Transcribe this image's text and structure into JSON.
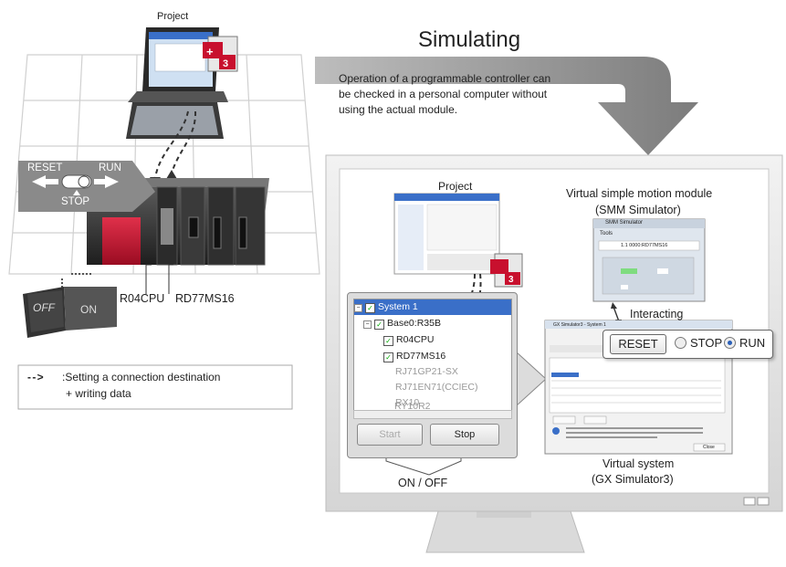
{
  "title": "Simulating",
  "description": "Operation of a programmable controller can be checked in a personal computer without using the actual module.",
  "description_lines": [
    "Operation of a programmable controller can",
    "be checked in a personal computer without",
    "using the actual module."
  ],
  "left": {
    "project_label": "Project",
    "switch": {
      "reset": "RESET",
      "run": "RUN",
      "stop": "STOP"
    },
    "toggle": {
      "off": "OFF",
      "on": "ON"
    },
    "modules": {
      "cpu": "R04CPU",
      "motion": "RD77MS16"
    },
    "legend": {
      "symbol": "- - >",
      "line1": ":Setting a connection destination",
      "line2": "+ writing data"
    }
  },
  "monitor": {
    "project_label": "Project",
    "smm": {
      "title_line1": "Virtual simple motion module",
      "title_line2": "(SMM Simulator)",
      "window_title": "SMM Simulator",
      "menu": "Tools",
      "axis": "1.1 0000:RD77MS16"
    },
    "interacting": "Interacting",
    "controls": {
      "reset": "RESET",
      "stop": "STOP",
      "run": "RUN"
    },
    "tree": {
      "items": [
        "System 1",
        "Base0:R35B",
        "R04CPU",
        "RD77MS16",
        "RJ71GP21-SX",
        "RJ71EN71(CCIEC)",
        "RX10",
        "RY10R2"
      ],
      "start": "Start",
      "stop": "Stop"
    },
    "on_off": "ON / OFF",
    "gx": {
      "title_line1": "Virtual system",
      "title_line2": "(GX Simulator3)",
      "window_title": "GX Simulator3 - System 1",
      "close": "Close"
    }
  },
  "colors": {
    "monitor_frame": "#e6e6e6",
    "arrow": "#8c8c8c",
    "accent_blue": "#3a6fc8",
    "module_red": "#c8102e"
  }
}
